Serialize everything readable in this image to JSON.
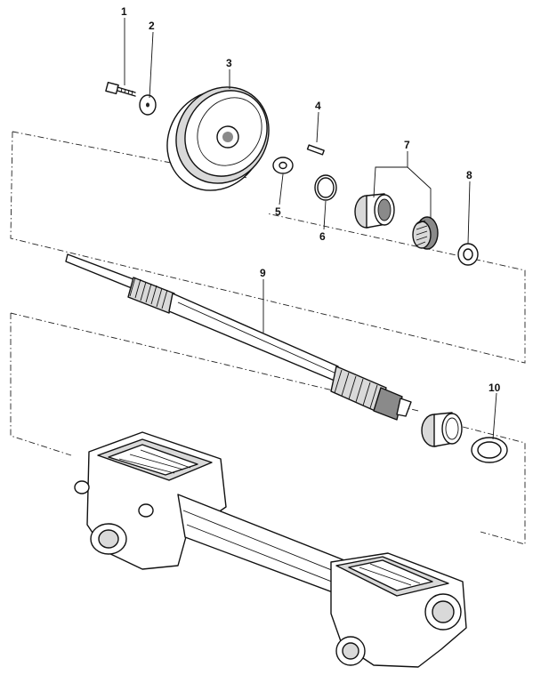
{
  "callouts": [
    {
      "id": "1",
      "label": "1"
    },
    {
      "id": "2",
      "label": "2"
    },
    {
      "id": "3",
      "label": "3"
    },
    {
      "id": "4",
      "label": "4"
    },
    {
      "id": "5",
      "label": "5"
    },
    {
      "id": "6",
      "label": "6"
    },
    {
      "id": "7",
      "label": "7"
    },
    {
      "id": "8",
      "label": "8"
    },
    {
      "id": "9",
      "label": "9"
    },
    {
      "id": "10",
      "label": "10"
    }
  ],
  "colors": {
    "ink": "#111111",
    "background": "#ffffff",
    "shade": "#8a8a8a"
  }
}
